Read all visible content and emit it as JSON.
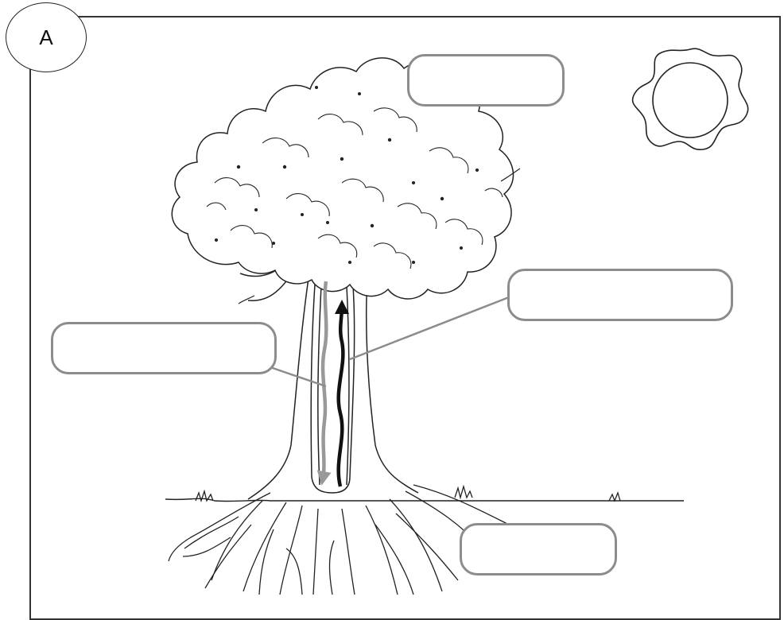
{
  "worksheet": {
    "tag_letter": "A",
    "label_boxes": [
      {
        "id": "canopy",
        "value": ""
      },
      {
        "id": "upward-flow",
        "value": ""
      },
      {
        "id": "downward-flow",
        "value": ""
      },
      {
        "id": "roots",
        "value": ""
      }
    ],
    "colors": {
      "upward_arrow": "#111111",
      "downward_arrow": "#999999",
      "box_border": "#8c8c8c",
      "leader_line": "#8c8c8c"
    }
  }
}
